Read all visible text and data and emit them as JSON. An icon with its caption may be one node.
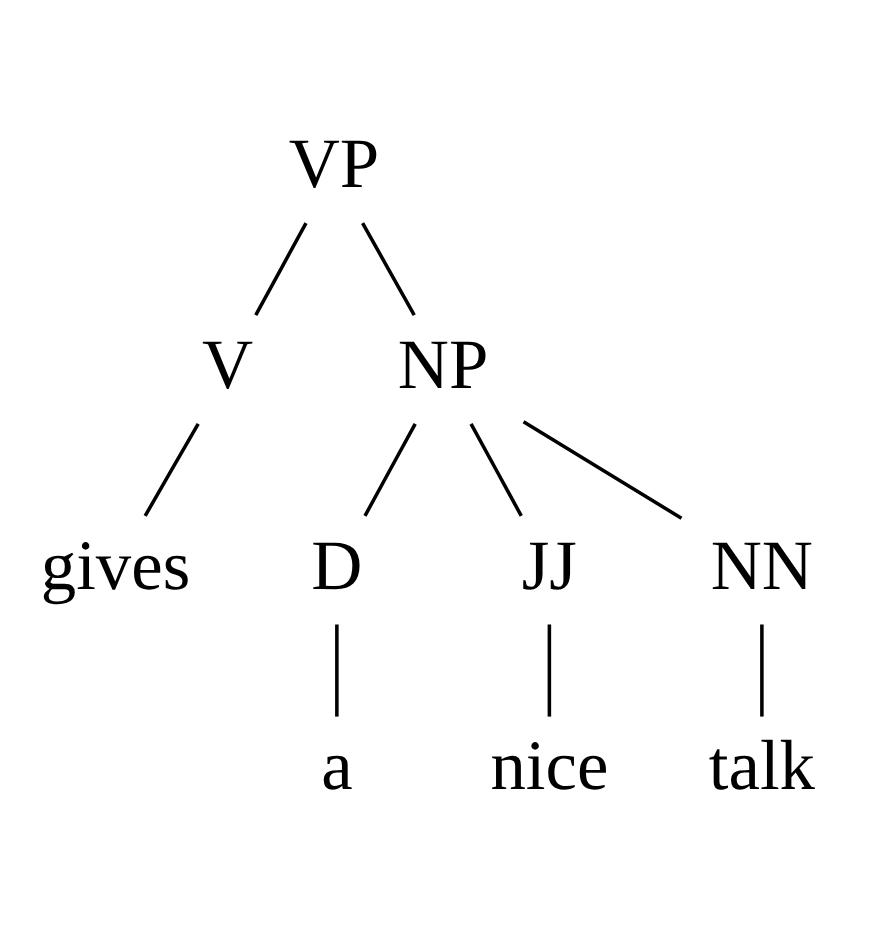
{
  "diagram": {
    "nodes": [
      {
        "text": [
          "VP"
        ]
      },
      {
        "text": [
          "V"
        ]
      },
      {
        "text": [
          "NP"
        ]
      },
      {
        "text": [
          "gives"
        ]
      },
      {
        "text": [
          "D"
        ]
      },
      {
        "text": [
          "JJ"
        ]
      },
      {
        "text": [
          "NN"
        ]
      },
      {
        "text": [
          "a"
        ]
      },
      {
        "text": [
          "nice"
        ]
      },
      {
        "text": [
          "talk"
        ]
      }
    ],
    "edges": [
      {
        "from": 0,
        "to": 1,
        "arrow": "none"
      },
      {
        "from": 0,
        "to": 2,
        "arrow": "none"
      },
      {
        "from": 1,
        "to": 3,
        "arrow": "none"
      },
      {
        "from": 2,
        "to": 4,
        "arrow": "none"
      },
      {
        "from": 2,
        "to": 5,
        "arrow": "none"
      },
      {
        "from": 2,
        "to": 6,
        "arrow": "none"
      },
      {
        "from": 4,
        "to": 7,
        "arrow": "none"
      },
      {
        "from": 5,
        "to": 8,
        "arrow": "none"
      },
      {
        "from": 6,
        "to": 9,
        "arrow": "none"
      }
    ]
  }
}
